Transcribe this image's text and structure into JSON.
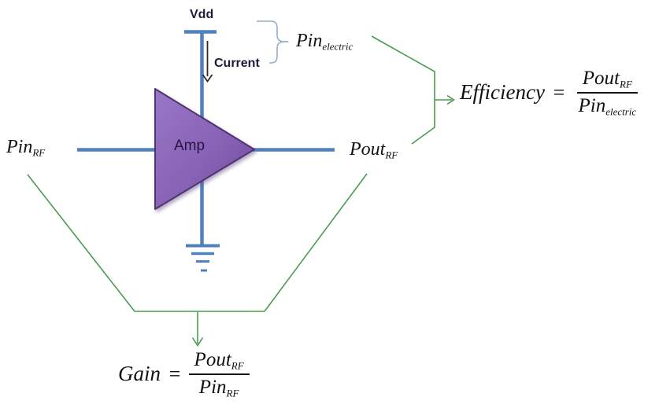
{
  "colors": {
    "blue": "#4f81bd",
    "green": "#4a9b4f",
    "brace": "#94abcb",
    "black_line": "#2b2b2b",
    "purple": "#8862b5",
    "purple_dark": "#4e3472",
    "formula_text": "#111111"
  },
  "diagram": {
    "vdd_label": "Vdd",
    "current_label": "Current",
    "amp_label": "Amp",
    "pin_rf": {
      "base": "Pin",
      "sub": "RF"
    },
    "pout_rf": {
      "base": "Pout",
      "sub": "RF"
    },
    "pin_electric": {
      "base": "Pin",
      "sub": "electric"
    }
  },
  "formulas": {
    "efficiency": {
      "lhs": "Efficiency",
      "equals": "=",
      "numerator": {
        "base": "Pout",
        "sub": "RF"
      },
      "denominator": {
        "base": "Pin",
        "sub": "electric"
      }
    },
    "gain": {
      "lhs": "Gain",
      "equals": "=",
      "numerator": {
        "base": "Pout",
        "sub": "RF"
      },
      "denominator": {
        "base": "Pin",
        "sub": "RF"
      }
    }
  }
}
